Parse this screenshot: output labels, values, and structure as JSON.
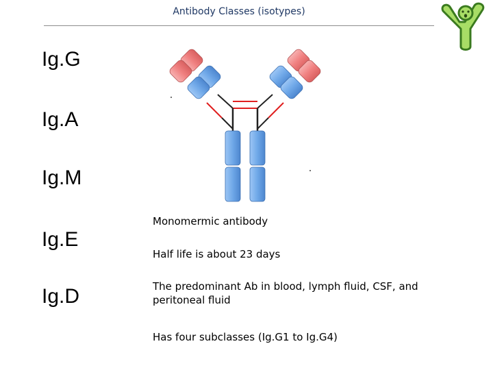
{
  "slide": {
    "title": "Antibody Classes (isotypes)"
  },
  "isotypes": [
    "Ig.G",
    "Ig.A",
    "Ig.M",
    "Ig.E",
    "Ig.D"
  ],
  "facts": [
    "Monomermic antibody",
    "Half life is about 23 days",
    "The predominant  Ab in blood, lymph fluid, CSF, and peritoneal fluid",
    "Has four subclasses (Ig.G1 to Ig.G4)"
  ],
  "logo": {
    "icon": "waving-person-icon",
    "fill": "#a8dd66",
    "stroke": "#3a7a1f"
  },
  "colors": {
    "title": "#1f3864",
    "heavy_chain": "#6fa8e8",
    "light_chain": "#f08080",
    "disulfide_bond": "#e02020",
    "hinge": "#222222"
  }
}
